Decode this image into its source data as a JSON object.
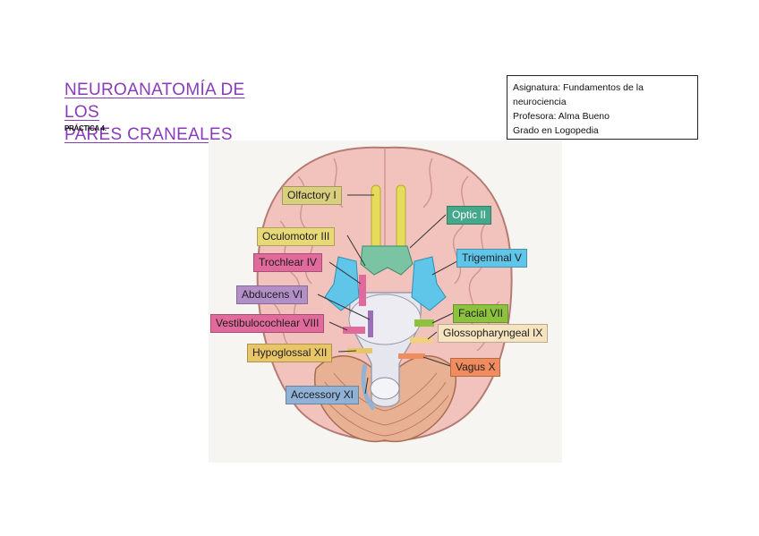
{
  "title": {
    "line1": "NEUROANATOMÍA DE LOS",
    "line2": "PARES CRANEALES"
  },
  "subtitle": "PRÁCTICA 4.",
  "info": {
    "asignatura": "Asignatura: Fundamentos de la neurociencia",
    "profesora": "Profesora: Alma Bueno",
    "grado": "Grado en Logopedia"
  },
  "labels": {
    "olfactory": "Olfactory I",
    "optic": "Optic II",
    "oculomotor": "Oculomotor III",
    "trochlear": "Trochlear IV",
    "trigeminal": "Trigeminal V",
    "abducens": "Abducens VI",
    "facial": "Facial VII",
    "vestibulocochlear": "Vestibulocochlear VIII",
    "glossopharyngeal": "Glossopharyngeal IX",
    "hypoglossal": "Hypoglossal XII",
    "vagus": "Vagus X",
    "accessory": "Accessory XI"
  },
  "colors": {
    "title": "#8a3bb8",
    "olfactory": "#d9cf7e",
    "optic": "#45a88a",
    "oculomotor": "#e8d978",
    "trochlear": "#e06a9c",
    "trigeminal": "#5fc6ea",
    "abducens": "#b38fc8",
    "facial": "#8dc23f",
    "vestibulocochlear": "#e06a9c",
    "glossopharyngeal": "#f6e3c0",
    "hypoglossal": "#e9c56a",
    "vagus": "#f08c5e",
    "accessory": "#8fb2d6"
  }
}
